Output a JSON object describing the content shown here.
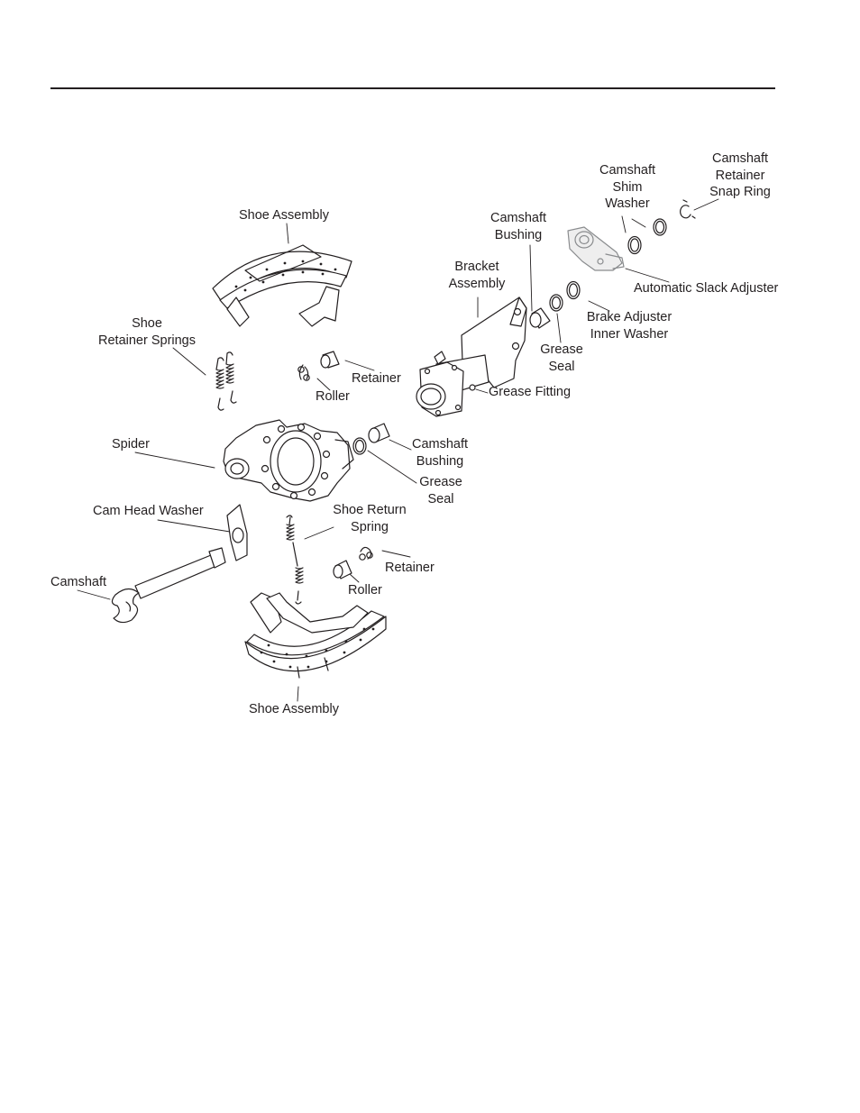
{
  "labels": {
    "camshaft_retainer_snap_ring": "Camshaft\nRetainer\nSnap Ring",
    "camshaft_shim_washer": "Camshaft\nShim\nWasher",
    "camshaft_bushing_top": "Camshaft\nBushing",
    "shoe_assembly_top": "Shoe Assembly",
    "bracket_assembly": "Bracket\nAssembly",
    "automatic_slack_adjuster": "Automatic Slack Adjuster",
    "brake_adjuster_inner_washer": "Brake Adjuster\nInner Washer",
    "shoe_retainer_springs": "Shoe\nRetainer Springs",
    "grease_seal_top": "Grease\nSeal",
    "retainer_top": "Retainer",
    "grease_fitting": "Grease Fitting",
    "roller_top": "Roller",
    "spider": "Spider",
    "camshaft_bushing_mid": "Camshaft\nBushing",
    "grease_seal_mid": "Grease\nSeal",
    "cam_head_washer": "Cam Head Washer",
    "shoe_return_spring": "Shoe Return\nSpring",
    "retainer_bottom": "Retainer",
    "camshaft": "Camshaft",
    "roller_bottom": "Roller",
    "shoe_assembly_bottom": "Shoe Assembly"
  }
}
